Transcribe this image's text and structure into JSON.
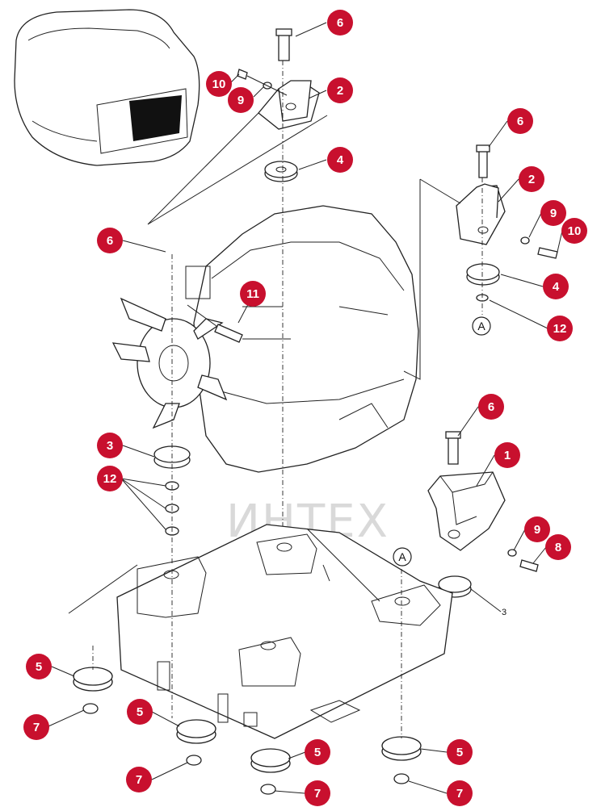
{
  "callouts": {
    "c1": "1",
    "c2a": "2",
    "c2b": "2",
    "c3": "3",
    "c3plain": "3",
    "c4a": "4",
    "c4b": "4",
    "c5a": "5",
    "c5b": "5",
    "c5c": "5",
    "c5d": "5",
    "c6a": "6",
    "c6b": "6",
    "c6c": "6",
    "c6d": "6",
    "c7a": "7",
    "c7b": "7",
    "c7c": "7",
    "c7d": "7",
    "c8": "8",
    "c9a": "9",
    "c9b": "9",
    "c9c": "9",
    "c10a": "10",
    "c10b": "10",
    "c11": "11",
    "c12a": "12",
    "c12b": "12"
  },
  "refs": {
    "a1": "A",
    "a2": "A"
  },
  "watermark": {
    "text": "ИНТЕХ"
  },
  "colors": {
    "callout": "#c8102e",
    "watermark": "#f2a7a7"
  }
}
